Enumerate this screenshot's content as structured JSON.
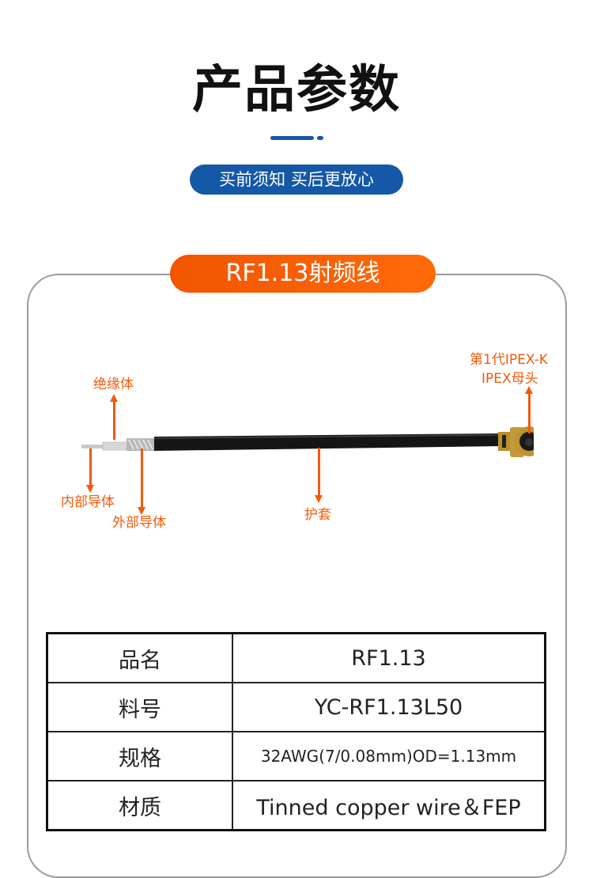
{
  "header": {
    "title": "产品参数",
    "subtitle": "买前须知 买后更放心",
    "accent_color": "#1558a8"
  },
  "product": {
    "title": "RF1.13射频线",
    "title_color": "#f25500"
  },
  "diagram": {
    "labels": {
      "insulator": "绝缘体",
      "inner_conductor": "内部导体",
      "outer_conductor": "外部导体",
      "jacket": "护套",
      "connector_line1": "第1代IPEX-K",
      "connector_line2": "IPEX母头"
    },
    "label_color": "#f25a0a"
  },
  "spec_table": {
    "rows": [
      {
        "key": "品名",
        "value": "RF1.13"
      },
      {
        "key": "料号",
        "value": "YC-RF1.13L50"
      },
      {
        "key": "规格",
        "value": "32AWG(7/0.08mm)OD=1.13mm"
      },
      {
        "key": "材质",
        "value": "Tinned copper wire＆FEP"
      }
    ]
  }
}
